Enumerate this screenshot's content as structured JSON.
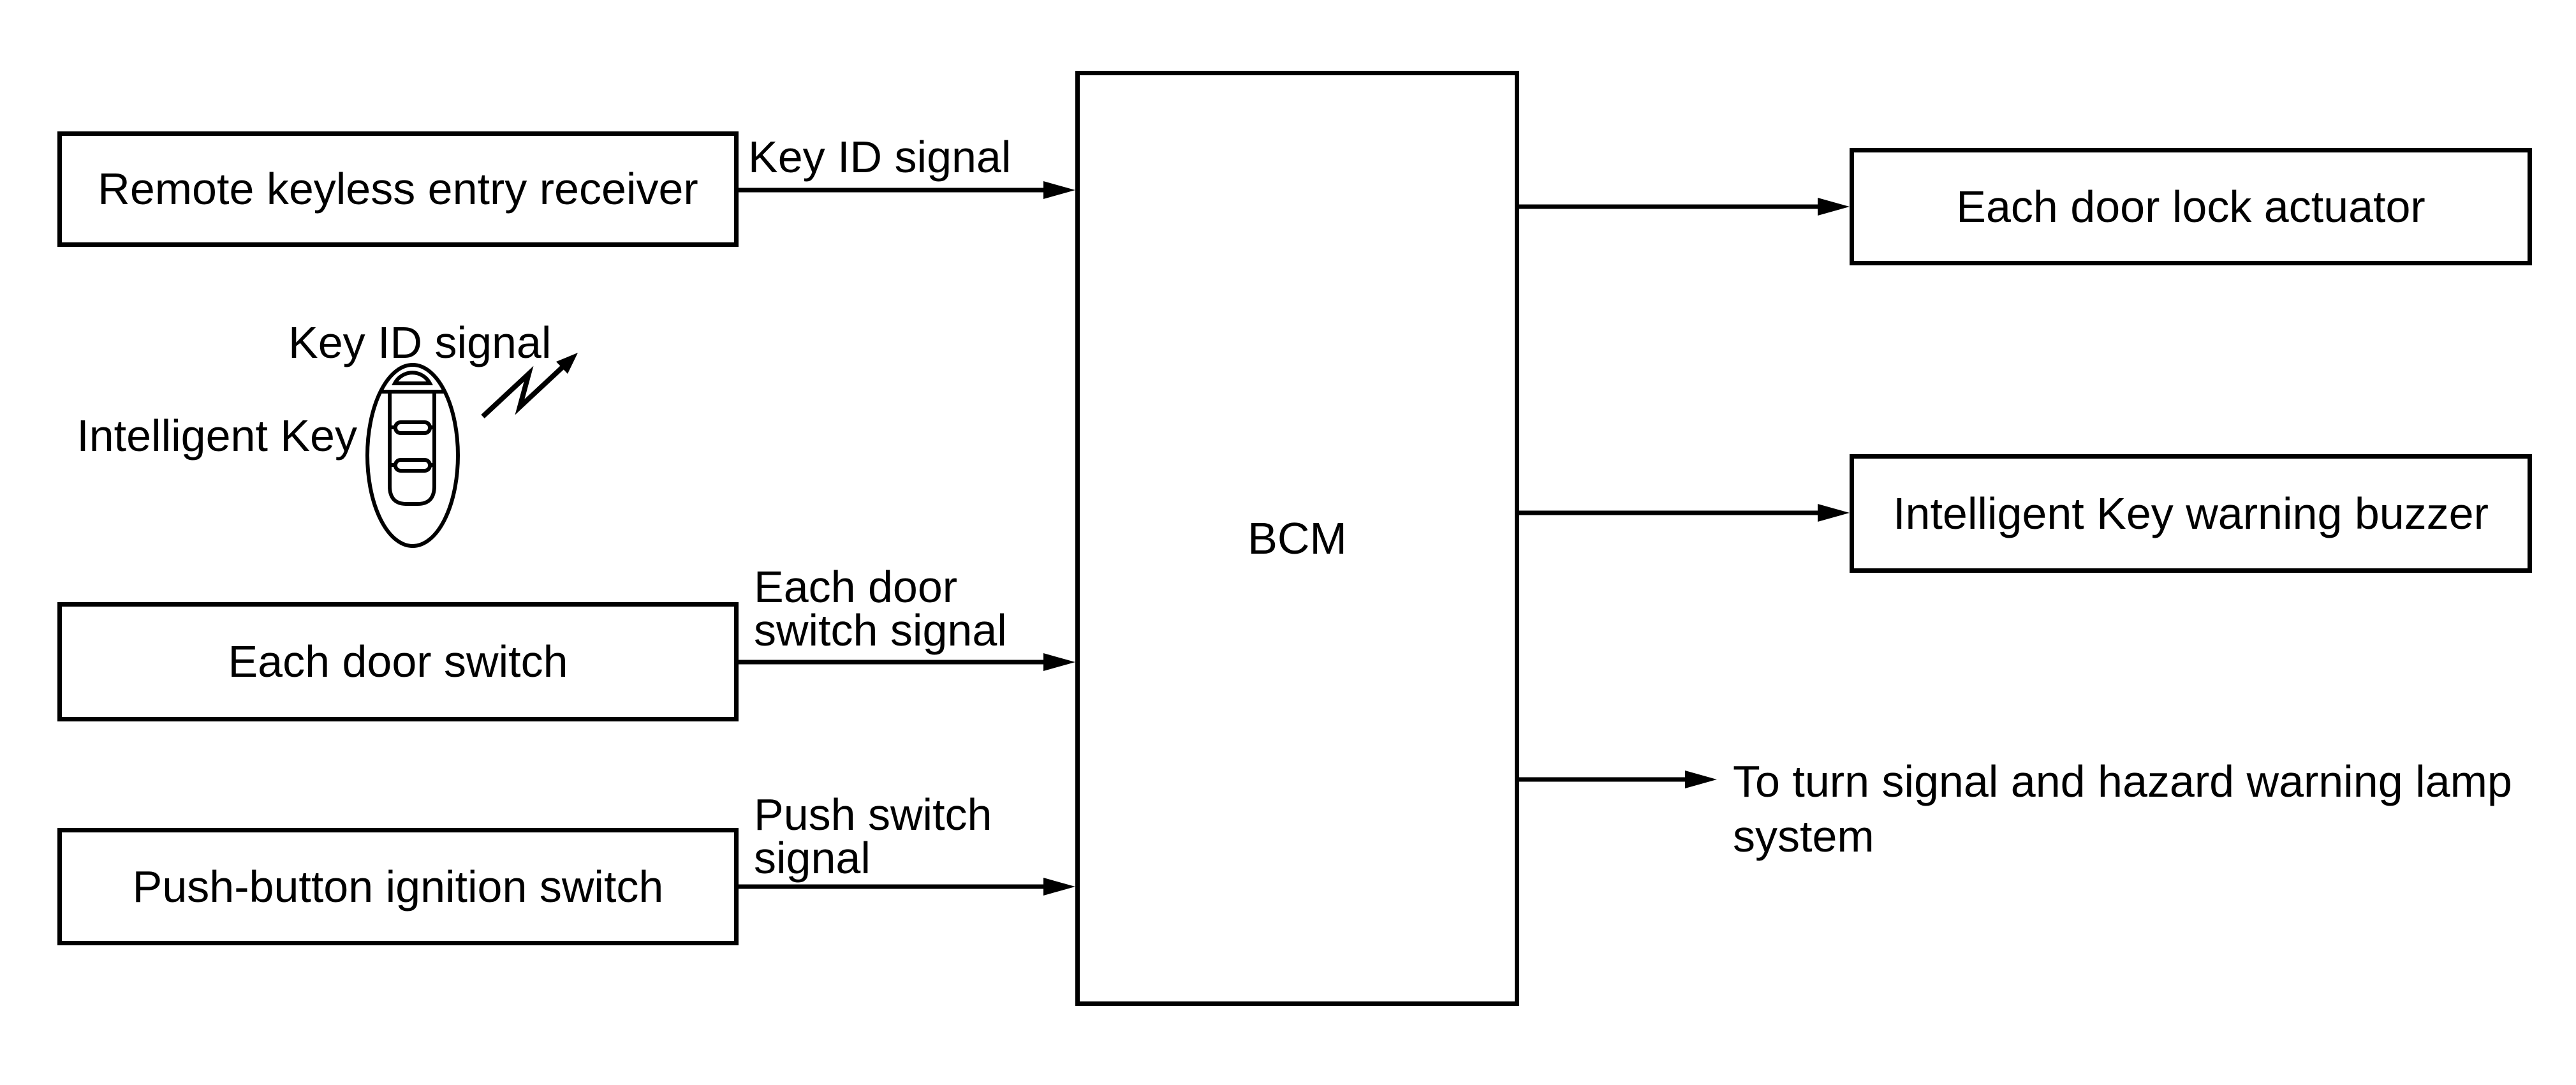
{
  "canvas": {
    "background": "#ffffff",
    "ink": "#000000"
  },
  "nodes": {
    "remote_keyless_entry_receiver": {
      "label": "Remote keyless entry receiver"
    },
    "each_door_switch": {
      "label": "Each door switch"
    },
    "push_button_ignition_switch": {
      "label": "Push-button ignition switch"
    },
    "bcm": {
      "label": "BCM"
    },
    "each_door_lock_actuator": {
      "label": "Each door lock actuator"
    },
    "intelligent_key_warning_buzzer": {
      "label": "Intelligent Key warning buzzer"
    }
  },
  "labels": {
    "key_id_signal_to_bcm": "Key ID signal",
    "key_id_signal_from_key": "Key ID signal",
    "intelligent_key": "Intelligent Key",
    "each_door_switch_signal": "Each door\nswitch signal",
    "push_switch_signal": "Push switch\nsignal",
    "to_turn_signal_system": "To turn signal and hazard warning lamp\nsystem"
  },
  "icons": {
    "intelligent_key_icon": "key-fob-outline",
    "radio_signal_arrow_icon": "zigzag-lightning-arrow"
  }
}
